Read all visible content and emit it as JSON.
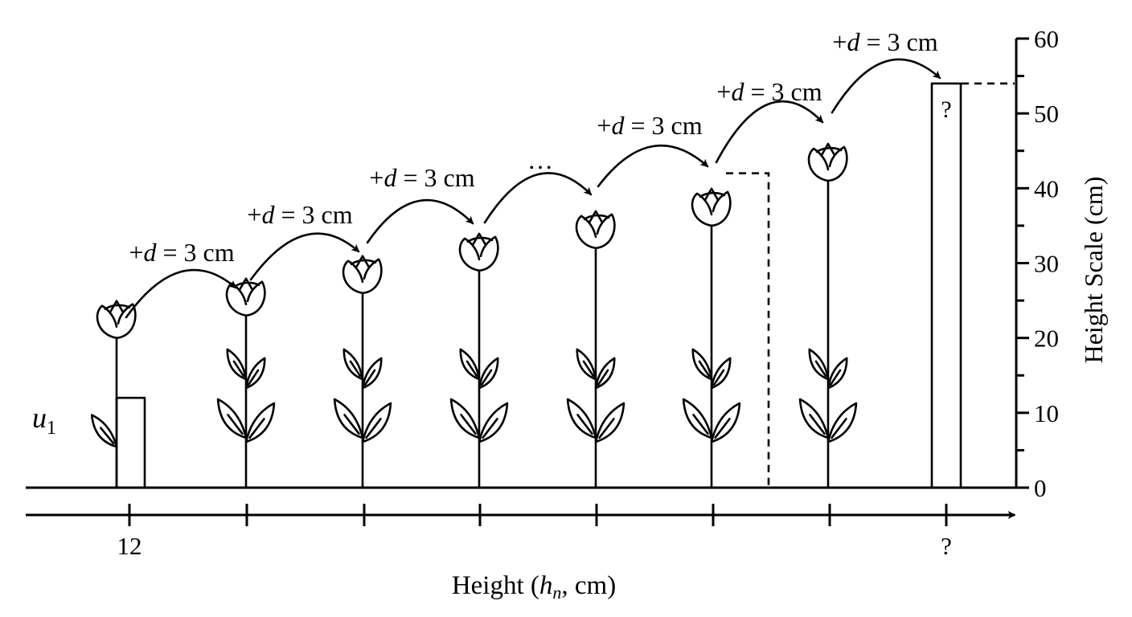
{
  "colors": {
    "ink": "#000000",
    "background": "#ffffff"
  },
  "first_term": {
    "label": "u",
    "subscript": "1",
    "value": 12
  },
  "common_difference": {
    "prefix": "+",
    "var": "d",
    "rest": " = 3 cm",
    "value": 3,
    "unit": "cm"
  },
  "ellipsis": "…",
  "bottom_axis": {
    "tick_labels": [
      "12",
      "",
      "",
      "",
      "",
      "",
      "",
      "?"
    ],
    "unknown": "?",
    "title_prefix": "Height (",
    "title_var": "h",
    "title_sub": "n",
    "title_suffix": ", cm)"
  },
  "right_axis": {
    "title": "Height Scale (cm)",
    "min": 0,
    "max": 60,
    "major_step": 10,
    "minor_step": 5,
    "tick_labels": [
      "0",
      "10",
      "20",
      "30",
      "40",
      "50",
      "60"
    ]
  },
  "plants": [
    {
      "icon": "tulip-icon",
      "height": 20,
      "leaves": 1
    },
    {
      "icon": "tulip-icon",
      "height": 23,
      "leaves": 4
    },
    {
      "icon": "tulip-icon",
      "height": 26,
      "leaves": 4
    },
    {
      "icon": "tulip-icon",
      "height": 29,
      "leaves": 4
    },
    {
      "icon": "tulip-icon",
      "height": 32,
      "leaves": 4
    },
    {
      "icon": "tulip-icon",
      "height": 35,
      "leaves": 4
    },
    {
      "icon": "tulip-icon",
      "height": 41,
      "leaves": 4
    }
  ],
  "first_bar_value": 12,
  "reference_dashed_value": 42,
  "unknown_bar": {
    "label": "?",
    "value": 54
  }
}
